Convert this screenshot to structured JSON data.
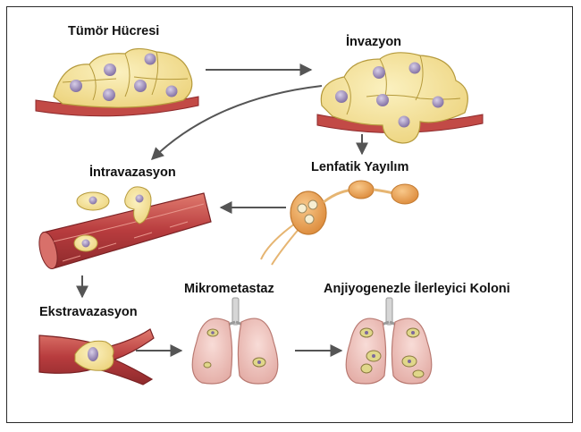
{
  "labels": {
    "tumor_cell": "Tümör Hücresi",
    "invasion": "İnvazyon",
    "intravasation": "İntravazasyon",
    "lymphatic_spread": "Lenfatik Yayılım",
    "extravasation": "Ekstravazasyon",
    "micrometastasis": "Mikrometastaz",
    "angiogenic_colony": "Anjiyogenezle İlerleyici Koloni"
  },
  "colors": {
    "cell_fill": "#f3e39a",
    "cell_stroke": "#b59a3c",
    "nucleus": "#9b8ab8",
    "vessel": "#c2494a",
    "lymph_node": "#e9a050",
    "lung": "#f0c8c3",
    "arrow": "#555555"
  }
}
